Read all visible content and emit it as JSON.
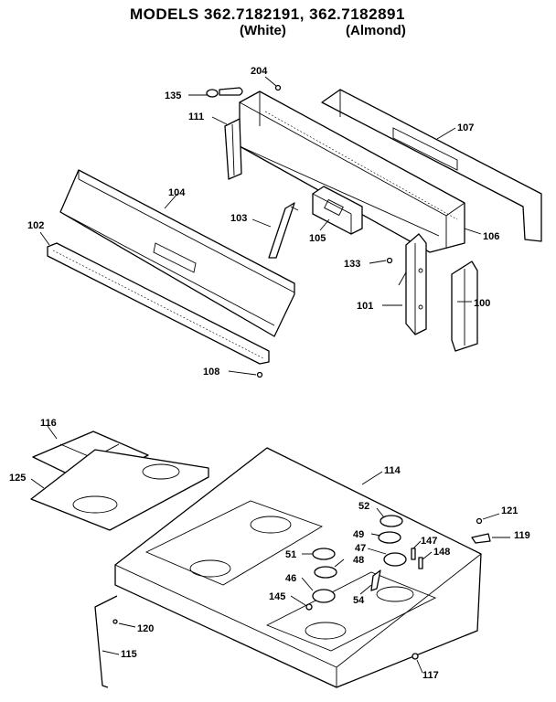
{
  "title": "MODELS 362.7182191, 362.7182891",
  "variants": {
    "white": "(White)",
    "almond": "(Almond)"
  },
  "callouts": {
    "c204": "204",
    "c135": "135",
    "c111": "111",
    "c107": "107",
    "c104": "104",
    "c102": "102",
    "c103": "103",
    "c105": "105",
    "c106": "106",
    "c133": "133",
    "c101": "101",
    "c100": "100",
    "c108": "108",
    "c116": "116",
    "c125": "125",
    "c114": "114",
    "c52": "52",
    "c121": "121",
    "c49": "49",
    "c147": "147",
    "c119": "119",
    "c47": "47",
    "c148": "148",
    "c51": "51",
    "c48": "48",
    "c46": "46",
    "c54": "54",
    "c145": "145",
    "c120": "120",
    "c115": "115",
    "c117": "117"
  }
}
